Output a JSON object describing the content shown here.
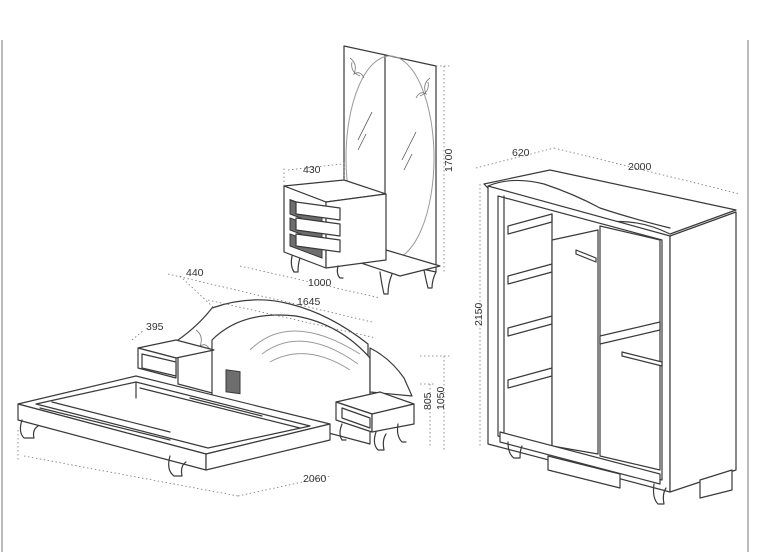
{
  "dimensions": {
    "bed_side_depth": "395",
    "bed_top_depth": "440",
    "bed_width": "1645",
    "bed_length": "2060",
    "bed_height_a": "805",
    "bed_height_b": "1050",
    "dresser_depth": "430",
    "dresser_width": "1000",
    "mirror_height": "1700",
    "wardrobe_depth": "620",
    "wardrobe_width": "2000",
    "wardrobe_height": "2150"
  },
  "colors": {
    "line": "#3a3a3a",
    "shade": "#d9d9d9",
    "dark": "#6e6e6e",
    "background": "#ffffff"
  }
}
